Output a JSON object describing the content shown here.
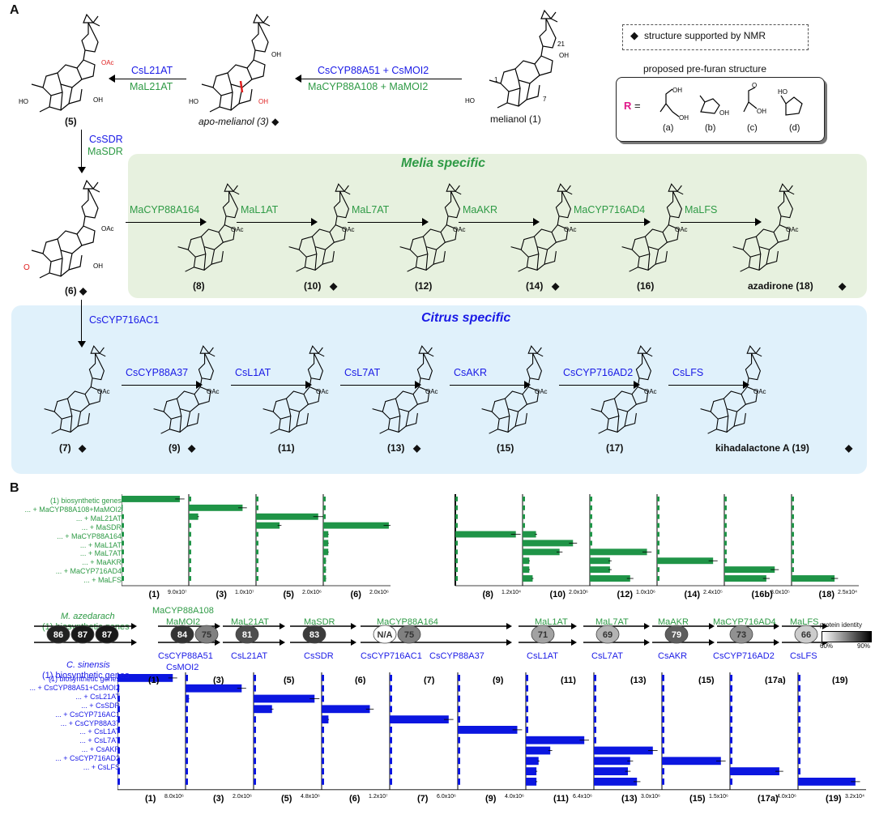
{
  "panelA": {
    "label": "A",
    "legend_nmr": "structure supported by NMR",
    "legend_prefuran_title": "proposed pre-furan structure",
    "legend_R": "R =",
    "legend_options": [
      "(a)",
      "(b)",
      "(c)",
      "(d)"
    ],
    "melia_title": "Melia specific",
    "citrus_title": "Citrus specific",
    "top_enzymes": {
      "cs_l21at": "CsL21AT",
      "ma_l21at": "MaL21AT",
      "cs_cyp88a51": "CsCYP88A51 + CsMOI2",
      "ma_cyp88a108": "MaCYP88A108 + MaMOI2",
      "cs_sdr": "CsSDR",
      "ma_sdr": "MaSDR",
      "cs_cyp716ac1": "CsCYP716AC1"
    },
    "melia_enzymes": [
      "MaCYP88A164",
      "MaL1AT",
      "MaL7AT",
      "MaAKR",
      "MaCYP716AD4",
      "MaLFS"
    ],
    "citrus_enzymes": [
      "CsCYP88A37",
      "CsL1AT",
      "CsL7AT",
      "CsAKR",
      "CsCYP716AD2",
      "CsLFS"
    ],
    "compounds_top": [
      "(5)",
      "apo-melianol (3)",
      "melianol (1)"
    ],
    "compound6": "(6)",
    "melia_compounds": [
      "(8)",
      "(10)",
      "(12)",
      "(14)",
      "(16)",
      "azadirone (18)"
    ],
    "citrus_compounds": [
      "(7)",
      "(9)",
      "(11)",
      "(13)",
      "(15)",
      "(17)",
      "kihadalactone A (19)"
    ],
    "diamond": "◆"
  },
  "panelB": {
    "label": "B",
    "melia_gene_rows": [
      "(1) biosynthetic genes",
      "... + MaCYP88A108+MaMOI2",
      "... + MaL21AT",
      "... + MaSDR",
      "... + MaCYP88A164",
      "... + MaL1AT",
      "... + MaL7AT",
      "... + MaAKR",
      "... + MaCYP716AD4",
      "... + MaLFS"
    ],
    "citrus_gene_rows": [
      "(1) biosynthetic genes",
      "... + CsCYP88A51+CsMOI2",
      "... + CsL21AT",
      "... + CsSDR",
      "... + CsCYP716AC1",
      "... + CsCYP88A37",
      "... + CsL1AT",
      "... + CsL7AT",
      "... + CsAKR",
      "... + CsCYP716AD2",
      "... + CsLFS"
    ],
    "melia_axes": [
      {
        "id": "(1)",
        "tick": "9.0x10⁷"
      },
      {
        "id": "(3)",
        "tick": "1.0x10⁷"
      },
      {
        "id": "(5)",
        "tick": "2.0x10⁶"
      },
      {
        "id": "(6)",
        "tick": "2.0x10⁶"
      },
      {
        "id": "(8)",
        "tick": "1.2x10⁴"
      },
      {
        "id": "(10)",
        "tick": "2.0x10⁶"
      },
      {
        "id": "(12)",
        "tick": "1.0x10⁶"
      },
      {
        "id": "(14)",
        "tick": "2.4x10⁵"
      },
      {
        "id": "(16b)",
        "tick": "8.0x10⁵"
      },
      {
        "id": "(18)",
        "tick": "2.5x10⁴"
      }
    ],
    "citrus_axes": [
      {
        "id": "(1)",
        "tick": "8.0x10⁶"
      },
      {
        "id": "(3)",
        "tick": "2.0x10⁶"
      },
      {
        "id": "(5)",
        "tick": "4.8x10⁶"
      },
      {
        "id": "(6)",
        "tick": "1.2x10⁷"
      },
      {
        "id": "(7)",
        "tick": "6.0x10⁶"
      },
      {
        "id": "(9)",
        "tick": "4.0x10⁶"
      },
      {
        "id": "(11)",
        "tick": "6.4x10⁶"
      },
      {
        "id": "(13)",
        "tick": "3.0x10⁶"
      },
      {
        "id": "(15)",
        "tick": "1.5x10⁶"
      },
      {
        "id": "(17a)",
        "tick": "4.0x10⁶"
      },
      {
        "id": "(19)",
        "tick": "3.2x10⁴"
      }
    ],
    "middle": {
      "m_species": "M. azedarach",
      "m_genes": "(1) biosynthetic genes",
      "c_species": "C. sinensis",
      "c_genes": "(1) biosynthetic genes",
      "m_labels": [
        "MaCYP88A108",
        "MaMOI2",
        "MaL21AT",
        "MaSDR",
        "MaCYP88A164",
        "MaL1AT",
        "MaL7AT",
        "MaAKR",
        "MaCYP716AD4",
        "MaLFS"
      ],
      "c_labels": [
        "CsCYP88A51",
        "CsMOI2",
        "CsL21AT",
        "CsSDR",
        "CsCYP716AC1",
        "CsCYP88A37",
        "CsL1AT",
        "CsL7AT",
        "CsAKR",
        "CsCYP716AD2",
        "CsLFS"
      ],
      "identities": [
        "86",
        "87",
        "87",
        "84",
        "75",
        "81",
        "83",
        "N/A",
        "75",
        "71",
        "69",
        "79",
        "73",
        "66"
      ],
      "compound_row": [
        "(1)",
        "(3)",
        "(5)",
        "(6)",
        "(7)",
        "(9)",
        "(11)",
        "(13)",
        "(15)",
        "(17a)",
        "(19)"
      ],
      "scale_title": "protein identity",
      "scale_min": "60%",
      "scale_max": "90%"
    }
  },
  "chart_data": [
    {
      "type": "bar",
      "title": "",
      "series_color": "#1f9447",
      "categories": [
        "(1) biosynthetic genes",
        "... + MaCYP88A108+MaMOI2",
        "... + MaL21AT",
        "... + MaSDR",
        "... + MaCYP88A164",
        "... + MaL1AT",
        "... + MaL7AT",
        "... + MaAKR",
        "... + MaCYP716AD4",
        "... + MaLFS"
      ],
      "series": [
        {
          "name": "(1)",
          "axis_max": 90000000,
          "values": [
            78000000,
            1500000,
            0,
            0,
            0,
            0,
            0,
            0,
            0,
            0
          ]
        },
        {
          "name": "(3)",
          "axis_max": 10000000,
          "values": [
            0,
            8000000,
            1400000,
            0,
            0,
            0,
            0,
            0,
            0,
            0
          ]
        },
        {
          "name": "(5)",
          "axis_max": 2000000,
          "values": [
            0,
            0,
            1850000,
            700000,
            0,
            0,
            0,
            0,
            0,
            0
          ]
        },
        {
          "name": "(6)",
          "axis_max": 2000000,
          "values": [
            0,
            0,
            0,
            1950000,
            150000,
            150000,
            150000,
            80000,
            80000,
            80000
          ]
        },
        {
          "name": "(8)",
          "axis_max": 12000,
          "values": [
            0,
            0,
            0,
            0,
            10800,
            0,
            0,
            0,
            0,
            0
          ]
        },
        {
          "name": "(10)",
          "axis_max": 2000000,
          "values": [
            0,
            0,
            0,
            0,
            400000,
            1500000,
            1100000,
            200000,
            200000,
            300000
          ]
        },
        {
          "name": "(12)",
          "axis_max": 1000000,
          "values": [
            0,
            0,
            0,
            0,
            0,
            0,
            850000,
            300000,
            300000,
            600000
          ]
        },
        {
          "name": "(14)",
          "axis_max": 240000,
          "values": [
            0,
            0,
            0,
            0,
            0,
            0,
            0,
            200000,
            0,
            0
          ]
        },
        {
          "name": "(16b)",
          "axis_max": 800000,
          "values": [
            0,
            0,
            0,
            0,
            0,
            0,
            0,
            0,
            600000,
            500000
          ]
        },
        {
          "name": "(18)",
          "axis_max": 25000,
          "values": [
            0,
            0,
            0,
            0,
            0,
            0,
            0,
            0,
            0,
            16000
          ]
        }
      ]
    },
    {
      "type": "bar",
      "title": "",
      "series_color": "#0b16e0",
      "categories": [
        "(1) biosynthetic genes",
        "... + CsCYP88A51+CsMOI2",
        "... + CsL21AT",
        "... + CsSDR",
        "... + CsCYP716AC1",
        "... + CsCYP88A37",
        "... + CsL1AT",
        "... + CsL7AT",
        "... + CsAKR",
        "... + CsCYP716AD2",
        "... + CsLFS"
      ],
      "series": [
        {
          "name": "(1)",
          "axis_max": 8000000,
          "values": [
            6500000,
            200000,
            0,
            0,
            0,
            0,
            0,
            0,
            0,
            0,
            0
          ]
        },
        {
          "name": "(3)",
          "axis_max": 2000000,
          "values": [
            0,
            1650000,
            100000,
            0,
            0,
            0,
            0,
            0,
            0,
            0,
            0
          ]
        },
        {
          "name": "(5)",
          "axis_max": 4800000,
          "values": [
            0,
            0,
            4300000,
            1300000,
            0,
            0,
            0,
            0,
            0,
            0,
            0
          ]
        },
        {
          "name": "(6)",
          "axis_max": 12000000,
          "values": [
            0,
            0,
            0,
            8500000,
            1200000,
            0,
            0,
            0,
            0,
            0,
            0
          ]
        },
        {
          "name": "(7)",
          "axis_max": 6000000,
          "values": [
            0,
            0,
            0,
            0,
            5200000,
            0,
            0,
            0,
            0,
            0,
            0
          ]
        },
        {
          "name": "(9)",
          "axis_max": 4000000,
          "values": [
            0,
            0,
            0,
            0,
            0,
            3500000,
            0,
            0,
            0,
            0,
            0
          ]
        },
        {
          "name": "(11)",
          "axis_max": 6400000,
          "values": [
            0,
            0,
            0,
            0,
            0,
            0,
            5500000,
            2300000,
            1200000,
            1000000,
            1000000
          ]
        },
        {
          "name": "(13)",
          "axis_max": 3000000,
          "values": [
            0,
            0,
            0,
            0,
            0,
            0,
            0,
            2600000,
            1600000,
            1500000,
            1900000
          ]
        },
        {
          "name": "(15)",
          "axis_max": 1500000,
          "values": [
            0,
            0,
            0,
            0,
            0,
            0,
            0,
            0,
            1300000,
            0,
            0
          ]
        },
        {
          "name": "(17a)",
          "axis_max": 4000000,
          "values": [
            0,
            0,
            0,
            0,
            0,
            0,
            0,
            0,
            0,
            2900000,
            0
          ]
        },
        {
          "name": "(19)",
          "axis_max": 32000,
          "values": [
            0,
            0,
            0,
            0,
            0,
            0,
            0,
            0,
            0,
            0,
            27000
          ]
        }
      ]
    }
  ]
}
